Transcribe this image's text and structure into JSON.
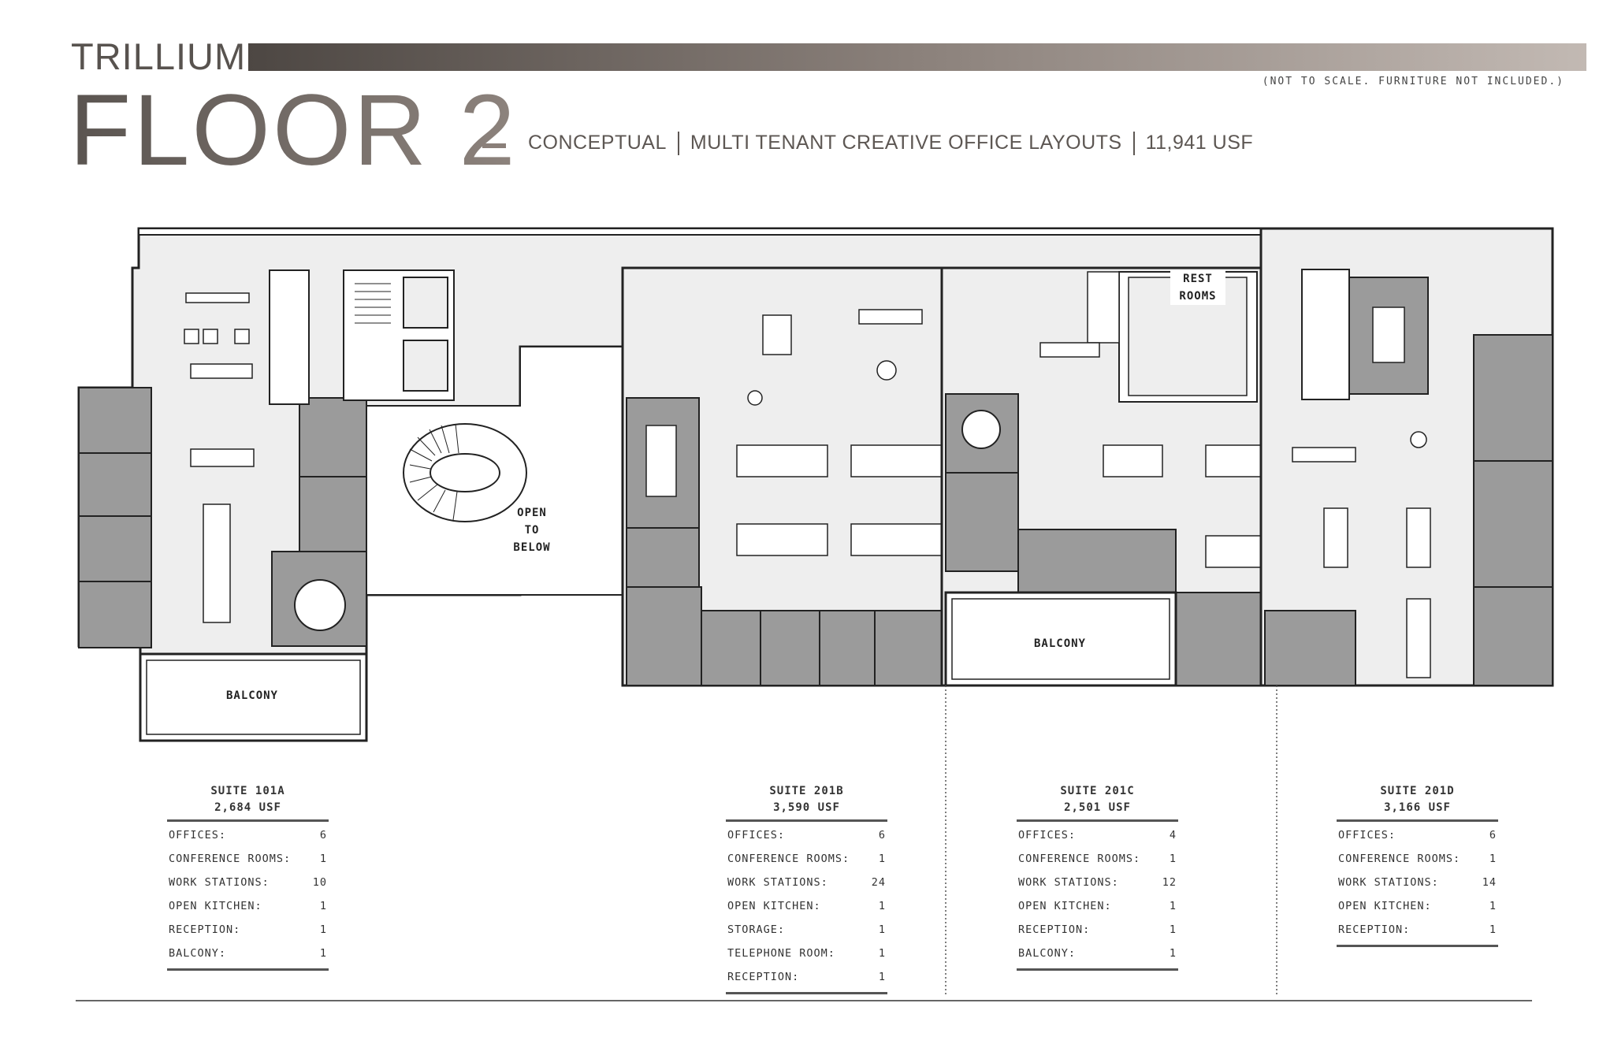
{
  "header": {
    "brand": "TRILLIUM",
    "floor_title": "FLOOR 2",
    "note": "(NOT TO SCALE. FURNITURE NOT INCLUDED.)",
    "subtitle": {
      "part1": "CONCEPTUAL",
      "part2": "MULTI TENANT CREATIVE OFFICE LAYOUTS",
      "part3": "11,941 USF"
    }
  },
  "plan_labels": {
    "open_below": [
      "OPEN",
      "TO",
      "BELOW"
    ],
    "balcony_left": "BALCONY",
    "balcony_mid": "BALCONY",
    "rest_rooms": [
      "REST",
      "ROOMS"
    ]
  },
  "suites": [
    {
      "name": "SUITE 101A",
      "area": "2,684 USF",
      "rows": [
        {
          "label": "OFFICES:",
          "value": "6"
        },
        {
          "label": "CONFERENCE ROOMS:",
          "value": "1"
        },
        {
          "label": "WORK STATIONS:",
          "value": "10"
        },
        {
          "label": "OPEN KITCHEN:",
          "value": "1"
        },
        {
          "label": "RECEPTION:",
          "value": "1"
        },
        {
          "label": "BALCONY:",
          "value": "1"
        }
      ]
    },
    {
      "name": "SUITE 201B",
      "area": "3,590 USF",
      "rows": [
        {
          "label": "OFFICES:",
          "value": "6"
        },
        {
          "label": "CONFERENCE ROOMS:",
          "value": "1"
        },
        {
          "label": "WORK STATIONS:",
          "value": "24"
        },
        {
          "label": "OPEN KITCHEN:",
          "value": "1"
        },
        {
          "label": "STORAGE:",
          "value": "1"
        },
        {
          "label": "TELEPHONE ROOM:",
          "value": "1"
        },
        {
          "label": "RECEPTION:",
          "value": "1"
        }
      ]
    },
    {
      "name": "SUITE 201C",
      "area": "2,501 USF",
      "rows": [
        {
          "label": "OFFICES:",
          "value": "4"
        },
        {
          "label": "CONFERENCE ROOMS:",
          "value": "1"
        },
        {
          "label": "WORK STATIONS:",
          "value": "12"
        },
        {
          "label": "OPEN KITCHEN:",
          "value": "1"
        },
        {
          "label": "RECEPTION:",
          "value": "1"
        },
        {
          "label": "BALCONY:",
          "value": "1"
        }
      ]
    },
    {
      "name": "SUITE 201D",
      "area": "3,166 USF",
      "rows": [
        {
          "label": "OFFICES:",
          "value": "6"
        },
        {
          "label": "CONFERENCE ROOMS:",
          "value": "1"
        },
        {
          "label": "WORK STATIONS:",
          "value": "14"
        },
        {
          "label": "OPEN KITCHEN:",
          "value": "1"
        },
        {
          "label": "RECEPTION:",
          "value": "1"
        }
      ]
    }
  ]
}
